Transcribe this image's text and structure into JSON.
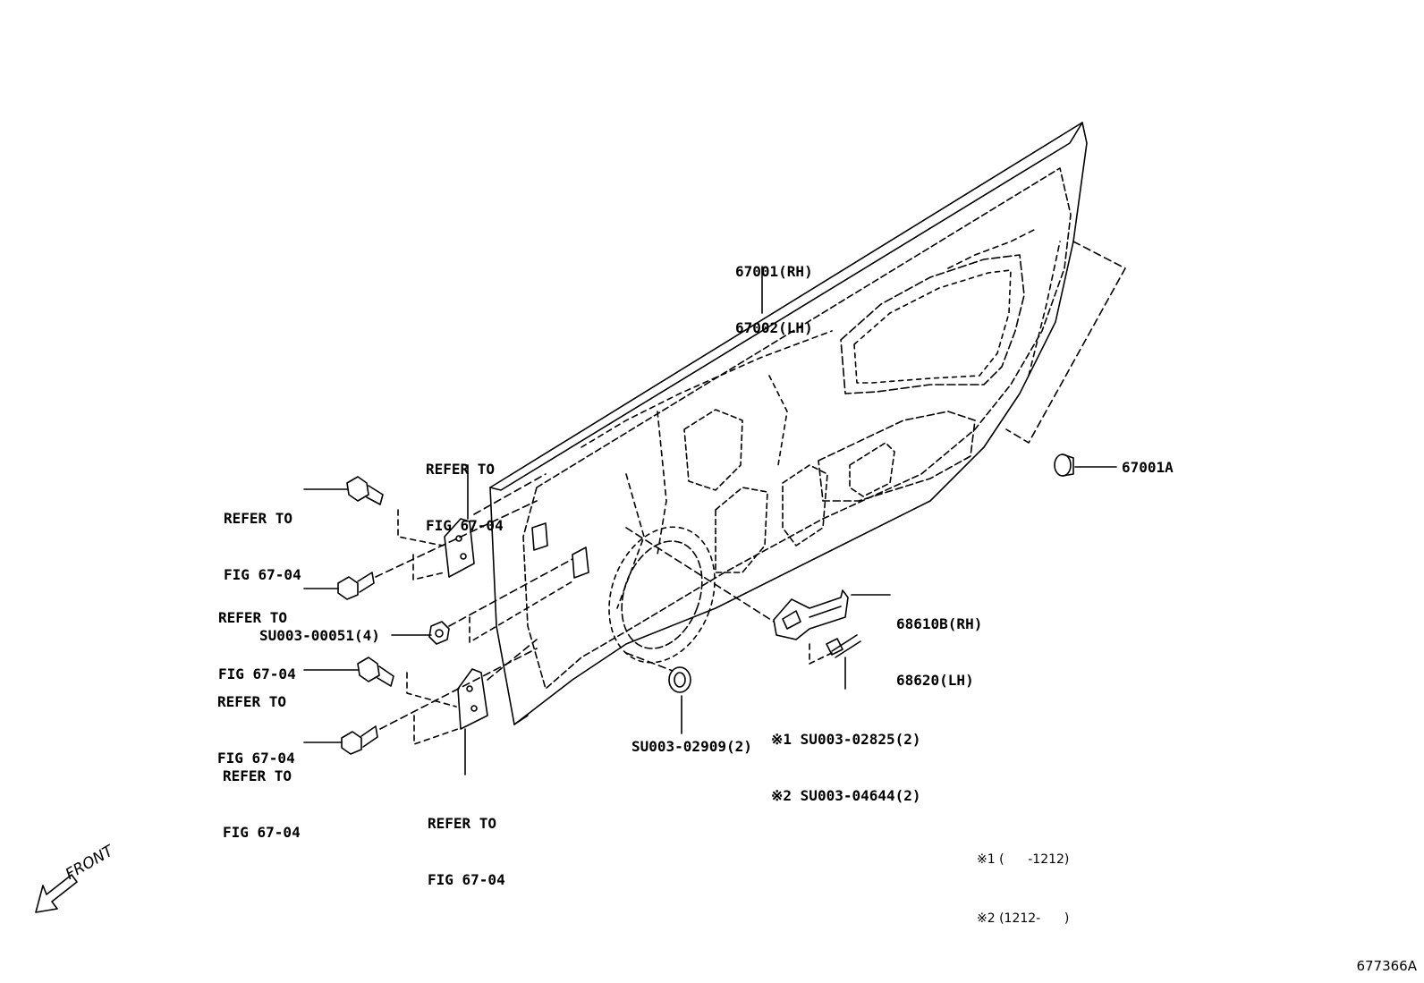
{
  "callouts": {
    "door_panel": [
      "67001(RH)",
      "67002(LH)"
    ],
    "plug_a": "67001A",
    "check": [
      "68610B(RH)",
      "68620(LH)"
    ],
    "check_bolt": [
      "※1 SU003-02825(2)",
      "※2 SU003-04644(2)"
    ],
    "plug_b": "SU003-02909(2)",
    "nut": "SU003-00051(4)",
    "refer_upper_hinge": [
      "REFER TO",
      "FIG 67-04"
    ],
    "refer_bolt_1": [
      "REFER TO",
      "FIG 67-04"
    ],
    "refer_bolt_2": [
      "REFER TO",
      "FIG 67-04"
    ],
    "refer_bolt_3": [
      "REFER TO",
      "FIG 67-04"
    ],
    "refer_bolt_4": [
      "REFER TO",
      "FIG 67-04"
    ],
    "refer_lower_hinge": [
      "REFER TO",
      "FIG 67-04"
    ]
  },
  "notes": [
    "※1 (      -1212)",
    "※2 (1212-      )"
  ],
  "direction": "FRONT",
  "figure_id": "677366A"
}
